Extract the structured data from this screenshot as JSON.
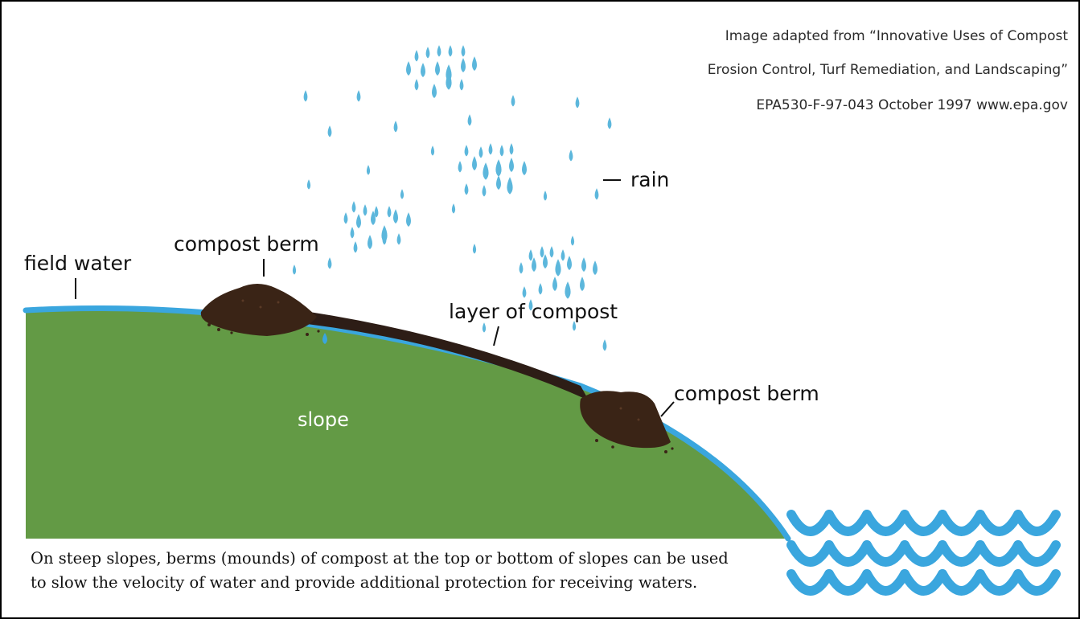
{
  "credit": {
    "line1": "Image adapted from “Innovative Uses of Compost",
    "line2": "Erosion Control, Turf Remediation, and Landscaping”",
    "line3": "EPA530-F-97-043 October 1997 www.epa.gov"
  },
  "labels": {
    "rain": "rain",
    "field_water": "field water",
    "compost_berm_top": "compost berm",
    "layer_of_compost": "layer of compost",
    "compost_berm_bottom": "compost berm",
    "slope": "slope"
  },
  "caption": {
    "line1": "On steep slopes, berms (mounds) of compost at the top or bottom of slopes can be used",
    "line2": "to slow the velocity of water and provide additional protection for receiving waters."
  },
  "colors": {
    "ground": "#639a45",
    "water": "#3aa6de",
    "rain": "#5cb7dc",
    "compost": "#3a2416",
    "compost_layer": "#2d1d16",
    "border": "#000000"
  },
  "icons": {
    "rain": "raindrop",
    "berm": "compost-mound",
    "receiving_water": "wave"
  }
}
